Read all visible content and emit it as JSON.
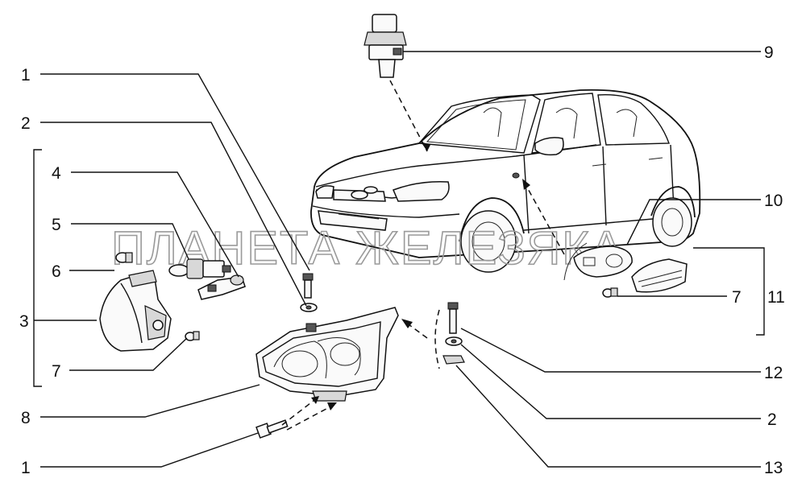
{
  "watermark": "ПЛАНЕТА ЖЕЛЕЗЯКА",
  "callouts": [
    {
      "id": "c1-top",
      "text": "1"
    },
    {
      "id": "c2-left",
      "text": "2"
    },
    {
      "id": "c4",
      "text": "4"
    },
    {
      "id": "c5",
      "text": "5"
    },
    {
      "id": "c6",
      "text": "6"
    },
    {
      "id": "c3",
      "text": "3"
    },
    {
      "id": "c7-left",
      "text": "7"
    },
    {
      "id": "c8",
      "text": "8"
    },
    {
      "id": "c1-bottom",
      "text": "1"
    },
    {
      "id": "c9",
      "text": "9"
    },
    {
      "id": "c10",
      "text": "10"
    },
    {
      "id": "c7-right",
      "text": "7"
    },
    {
      "id": "c11",
      "text": "11"
    },
    {
      "id": "c12",
      "text": "12"
    },
    {
      "id": "c2-right",
      "text": "2"
    },
    {
      "id": "c13",
      "text": "13"
    }
  ]
}
